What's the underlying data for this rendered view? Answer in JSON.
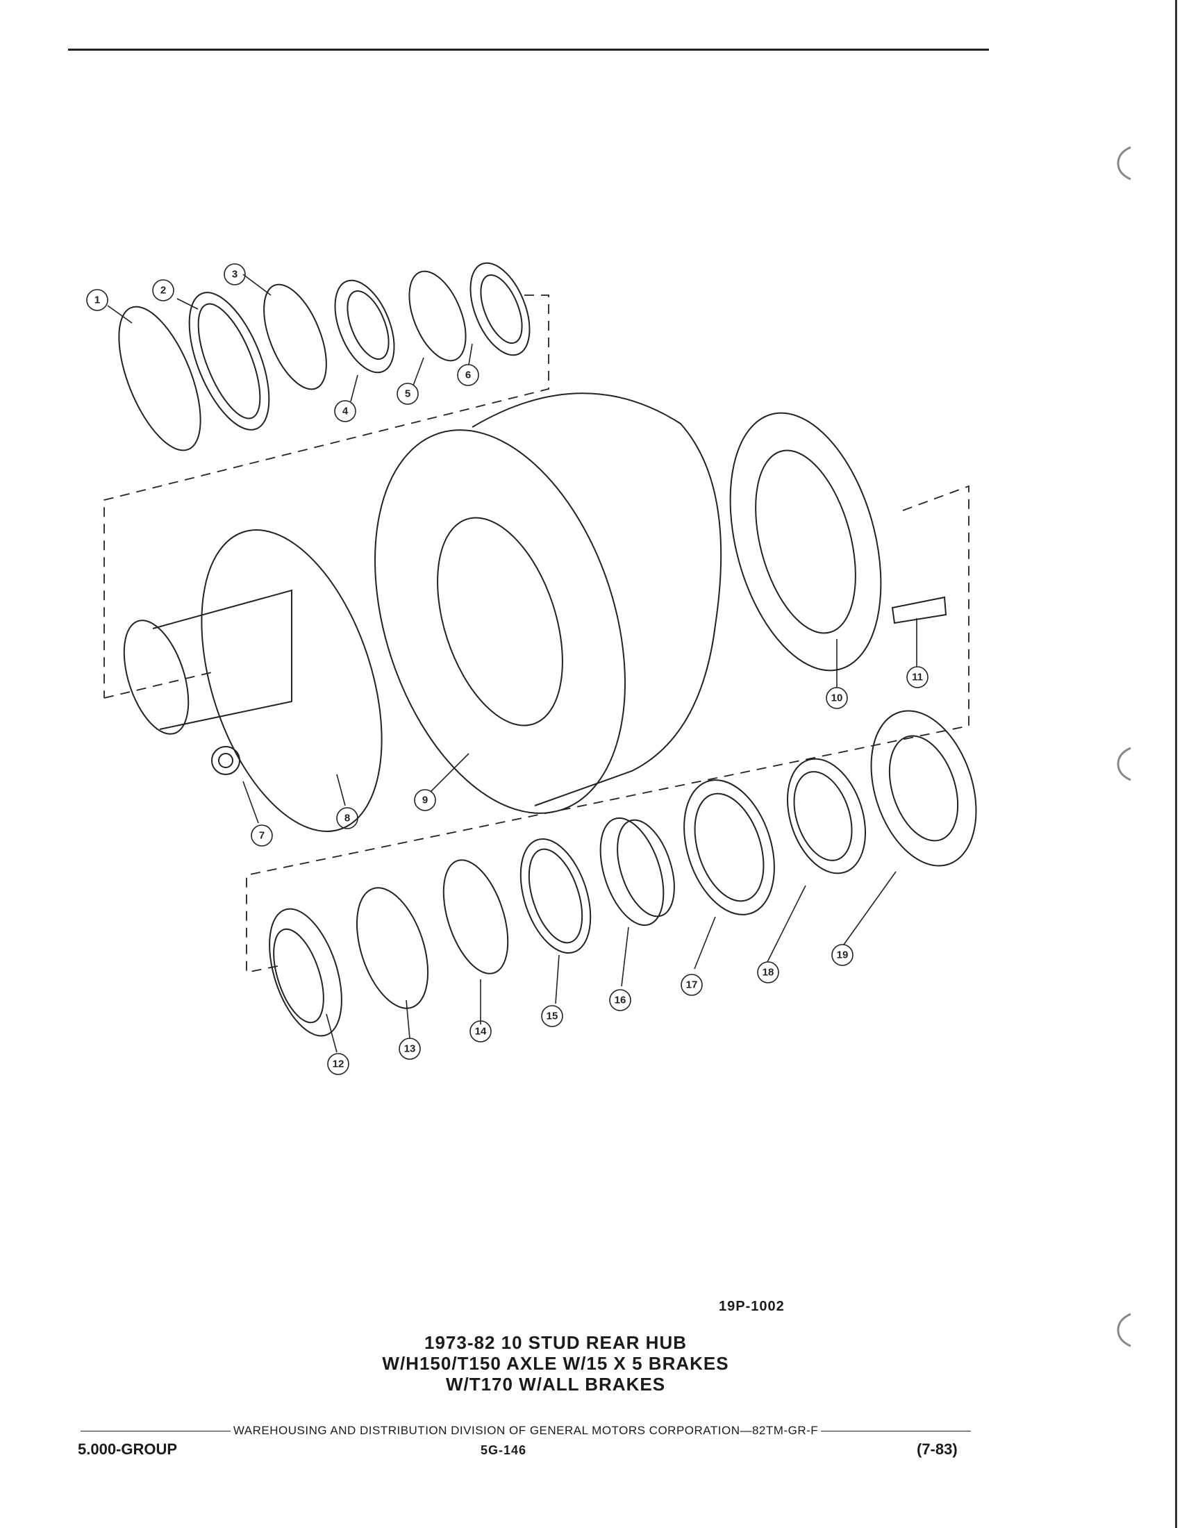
{
  "callouts": [
    "1",
    "2",
    "3",
    "4",
    "5",
    "6",
    "7",
    "8",
    "9",
    "10",
    "11",
    "12",
    "13",
    "14",
    "15",
    "16",
    "17",
    "18",
    "19"
  ],
  "figure_number": "19P-1002",
  "caption": {
    "line1": "1973-82 10 STUD REAR HUB",
    "line2": "W/H150/T150 AXLE W/15 X 5 BRAKES",
    "line3": "W/T170 W/ALL BRAKES"
  },
  "footer": {
    "line": "WAREHOUSING AND DISTRIBUTION  DIVISION OF GENERAL MOTORS CORPORATION—82TM-GR-F",
    "group": "5.000-GROUP",
    "page": "5G-146",
    "date": "(7-83)"
  }
}
